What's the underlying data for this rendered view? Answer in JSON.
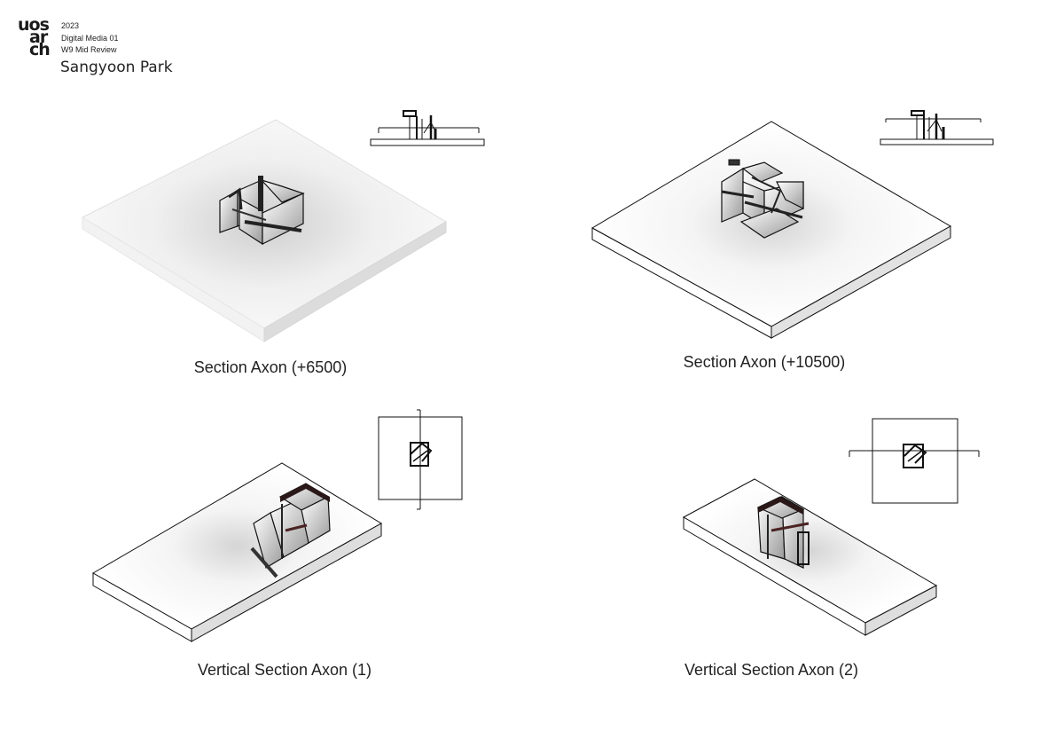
{
  "header": {
    "logo_lines": [
      "uos",
      "ar",
      "ch"
    ],
    "year": "2023",
    "course": "Digital Media 01",
    "review": "W9 Mid Review",
    "author": "Sangyoon Park"
  },
  "panels": [
    {
      "caption": "Section Axon (+6500)"
    },
    {
      "caption": "Section Axon (+10500)"
    },
    {
      "caption": "Vertical Section Axon (1)"
    },
    {
      "caption": "Vertical Section Axon (2)"
    }
  ]
}
